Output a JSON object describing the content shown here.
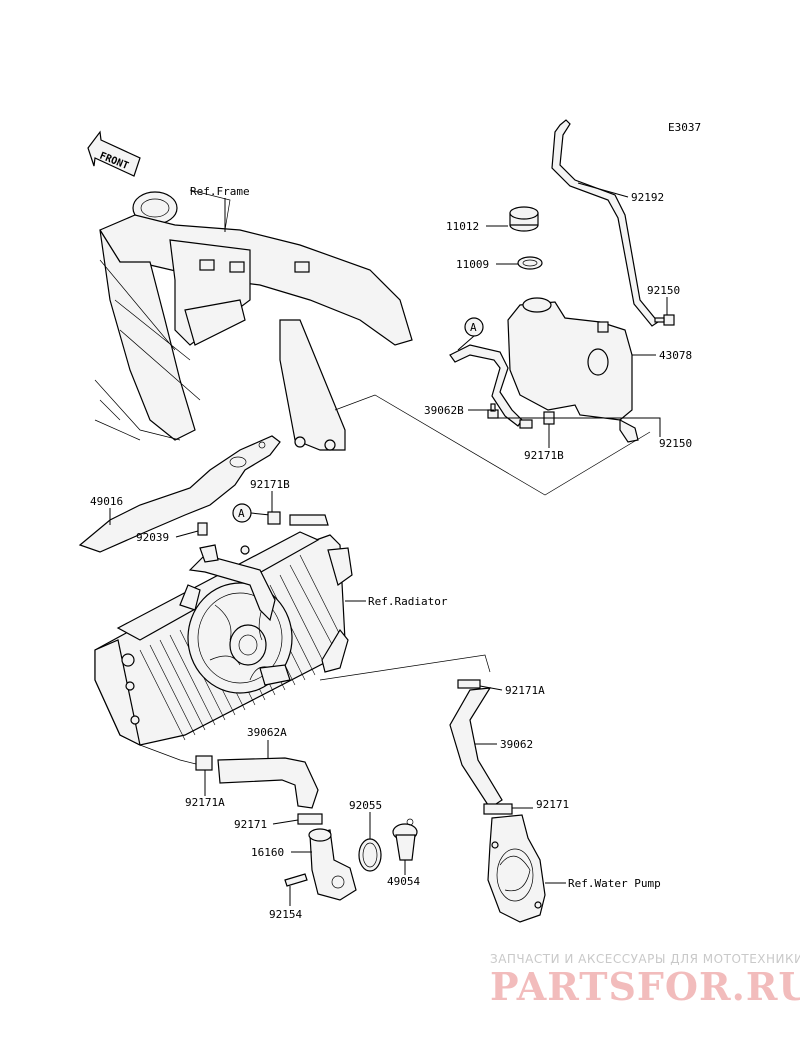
{
  "diagram": {
    "code": "E3037",
    "front_label": "FRONT",
    "connector_label": "A",
    "refs": {
      "frame": "Ref.Frame",
      "radiator": "Ref.Radiator",
      "water_pump": "Ref.Water Pump"
    },
    "parts": [
      {
        "id": "p92192",
        "label": "92192"
      },
      {
        "id": "p11012",
        "label": "11012"
      },
      {
        "id": "p11009",
        "label": "11009"
      },
      {
        "id": "p92150a",
        "label": "92150"
      },
      {
        "id": "p43078",
        "label": "43078"
      },
      {
        "id": "p39062B",
        "label": "39062B"
      },
      {
        "id": "p92171B1",
        "label": "92171B"
      },
      {
        "id": "p92150b",
        "label": "92150"
      },
      {
        "id": "p49016",
        "label": "49016"
      },
      {
        "id": "p92171B2",
        "label": "92171B"
      },
      {
        "id": "p92039",
        "label": "92039"
      },
      {
        "id": "p92171A1",
        "label": "92171A"
      },
      {
        "id": "p39062",
        "label": "39062"
      },
      {
        "id": "p39062A",
        "label": "39062A"
      },
      {
        "id": "p92171A2",
        "label": "92171A"
      },
      {
        "id": "p92055",
        "label": "92055"
      },
      {
        "id": "p92171a",
        "label": "92171"
      },
      {
        "id": "p92171b",
        "label": "92171"
      },
      {
        "id": "p16160",
        "label": "16160"
      },
      {
        "id": "p49054",
        "label": "49054"
      },
      {
        "id": "p92154",
        "label": "92154"
      }
    ]
  },
  "watermark": {
    "subtitle": "ЗАПЧАСТИ И АКСЕССУАРЫ ДЛЯ МОТОТЕХНИКИ",
    "logo": "PARTSFOR.RU"
  }
}
